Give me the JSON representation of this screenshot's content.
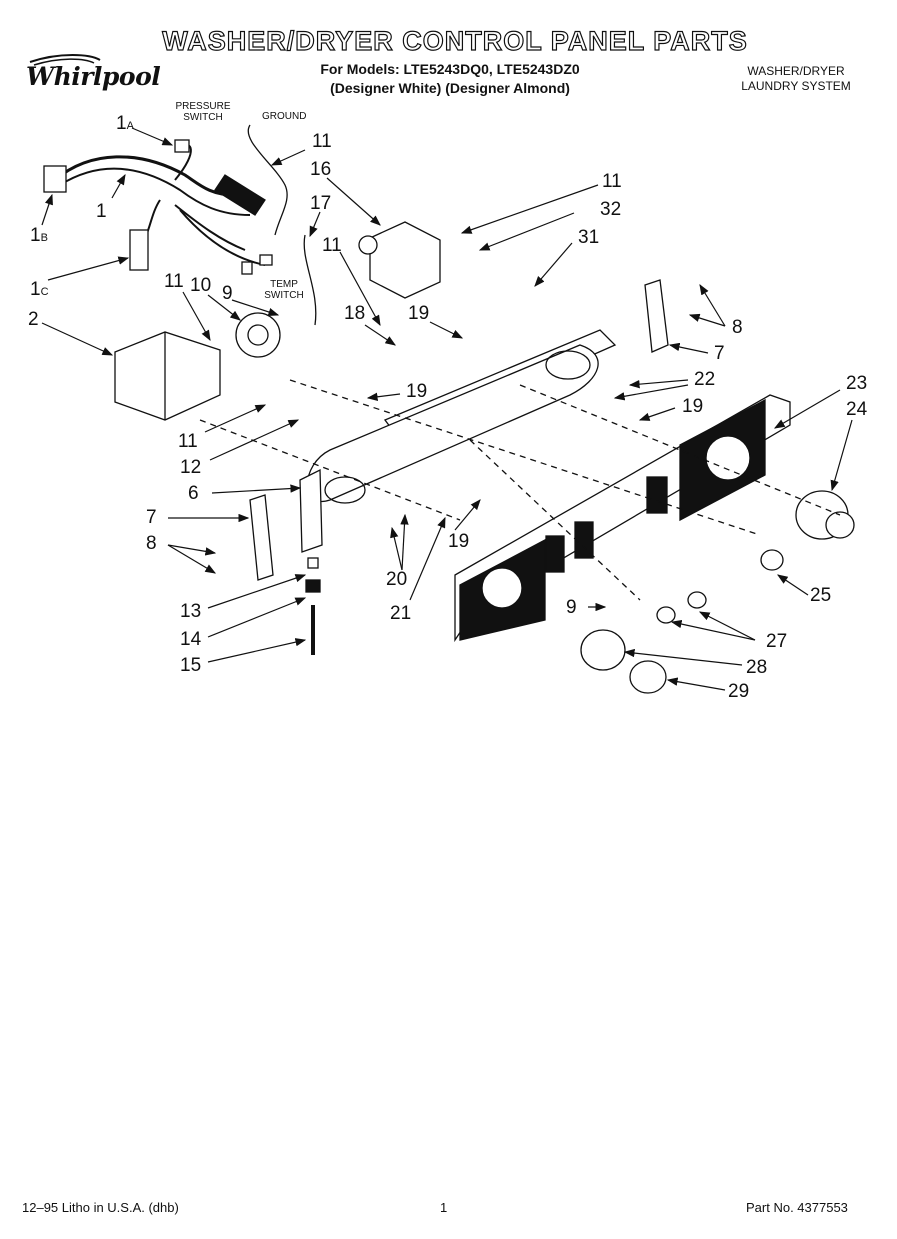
{
  "header": {
    "title": "WASHER/DRYER CONTROL PANEL PARTS",
    "models_line1": "For Models: LTE5243DQ0, LTE5243DZ0",
    "models_line2": "(Designer White) (Designer Almond)",
    "system_line1": "WASHER/DRYER",
    "system_line2": "LAUNDRY SYSTEM",
    "brand": "Whirlpool"
  },
  "diagram": {
    "small_labels": {
      "pressure_switch_1": "PRESSURE",
      "pressure_switch_2": "SWITCH",
      "ground": "GROUND",
      "temp_switch_1": "TEMP",
      "temp_switch_2": "SWITCH"
    },
    "callouts": [
      {
        "id": "c1a",
        "text": "1",
        "sub": "A"
      },
      {
        "id": "c1",
        "text": "1"
      },
      {
        "id": "c1b",
        "text": "1",
        "sub": "B"
      },
      {
        "id": "c1c",
        "text": "1",
        "sub": "C"
      },
      {
        "id": "c2",
        "text": "2"
      },
      {
        "id": "c11a",
        "text": "11"
      },
      {
        "id": "c16",
        "text": "16"
      },
      {
        "id": "c17",
        "text": "17"
      },
      {
        "id": "c11b",
        "text": "11"
      },
      {
        "id": "c32",
        "text": "32"
      },
      {
        "id": "c31",
        "text": "31"
      },
      {
        "id": "c11c",
        "text": "11"
      },
      {
        "id": "c11d",
        "text": "11"
      },
      {
        "id": "c10",
        "text": "10"
      },
      {
        "id": "c9a",
        "text": "9"
      },
      {
        "id": "c18",
        "text": "18"
      },
      {
        "id": "c19a",
        "text": "19"
      },
      {
        "id": "c8a",
        "text": "8"
      },
      {
        "id": "c7a",
        "text": "7"
      },
      {
        "id": "c22",
        "text": "22"
      },
      {
        "id": "c19b",
        "text": "19"
      },
      {
        "id": "c19c",
        "text": "19"
      },
      {
        "id": "c23",
        "text": "23"
      },
      {
        "id": "c24",
        "text": "24"
      },
      {
        "id": "c11e",
        "text": "11"
      },
      {
        "id": "c12",
        "text": "12"
      },
      {
        "id": "c6",
        "text": "6"
      },
      {
        "id": "c7b",
        "text": "7"
      },
      {
        "id": "c8b",
        "text": "8"
      },
      {
        "id": "c19d",
        "text": "19"
      },
      {
        "id": "c20",
        "text": "20"
      },
      {
        "id": "c21",
        "text": "21"
      },
      {
        "id": "c25",
        "text": "25"
      },
      {
        "id": "c13",
        "text": "13"
      },
      {
        "id": "c9b",
        "text": "9"
      },
      {
        "id": "c27",
        "text": "27"
      },
      {
        "id": "c14",
        "text": "14"
      },
      {
        "id": "c28",
        "text": "28"
      },
      {
        "id": "c15",
        "text": "15"
      },
      {
        "id": "c29",
        "text": "29"
      }
    ]
  },
  "footer": {
    "left": "12–95 Litho in U.S.A. (dhb)",
    "page": "1",
    "right": "Part No. 4377553"
  }
}
